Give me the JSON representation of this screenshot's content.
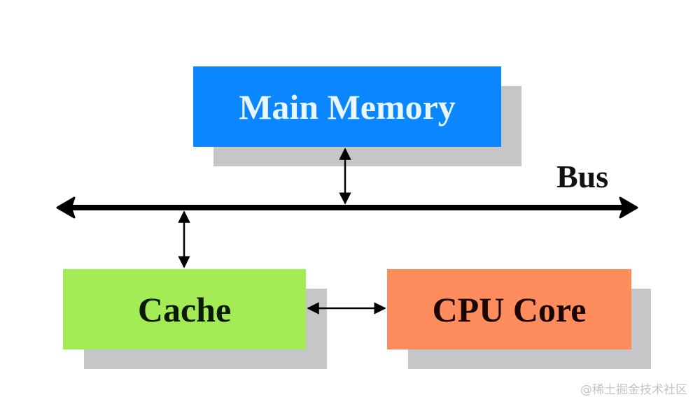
{
  "diagram": {
    "title": "",
    "nodes": [
      {
        "id": "main-memory",
        "label": "Main Memory",
        "fill": "#0a86ff",
        "text_color": "#e8f6ff"
      },
      {
        "id": "cache",
        "label": "Cache",
        "fill": "#a4ec55",
        "text_color": "#0a1a05"
      },
      {
        "id": "cpu-core",
        "label": "CPU Core",
        "fill": "#ff8c5c",
        "text_color": "#1a0500"
      }
    ],
    "bus": {
      "label": "Bus",
      "color": "#000000"
    },
    "edges": [
      {
        "from": "main-memory",
        "to": "bus",
        "direction": "bidirectional"
      },
      {
        "from": "cache",
        "to": "bus",
        "direction": "bidirectional"
      },
      {
        "from": "cache",
        "to": "cpu-core",
        "direction": "bidirectional"
      }
    ],
    "shadow_color": "#c6c5c8"
  },
  "watermark": "@稀土掘金技术社区"
}
